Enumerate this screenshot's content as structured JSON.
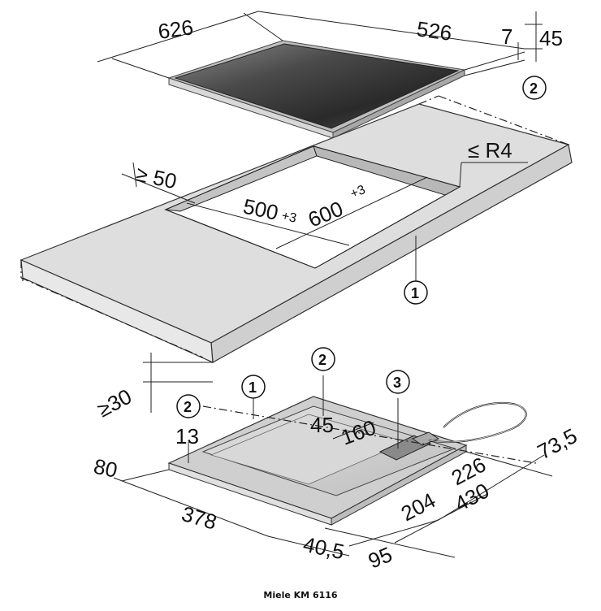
{
  "caption": "Miele KM 6116",
  "top_dims": {
    "width": "626",
    "depth": "526",
    "edge": "7",
    "height": "45"
  },
  "cutout_dims": {
    "min_edge": "≥ 50",
    "radius": "≤ R4",
    "depth": "500",
    "depth_tol": "+3",
    "width": "600",
    "width_tol": "+3",
    "worktop_min": "≥30"
  },
  "bottom_dims": {
    "h13": "13",
    "h45": "45",
    "d160": "160",
    "d80": "80",
    "d378": "378",
    "d40_5": "40,5",
    "d95": "95",
    "d73_5": "73,5",
    "d226": "226",
    "d204": "204",
    "d430": "430"
  },
  "callouts": [
    "1",
    "2",
    "3"
  ],
  "colors": {
    "worktop": "#dcdcdc",
    "glass_dark": "#3a3a3a",
    "glass_light": "#9a9a9a",
    "frame": "#c8c8c8",
    "hob_body": "#d4d4d4"
  }
}
